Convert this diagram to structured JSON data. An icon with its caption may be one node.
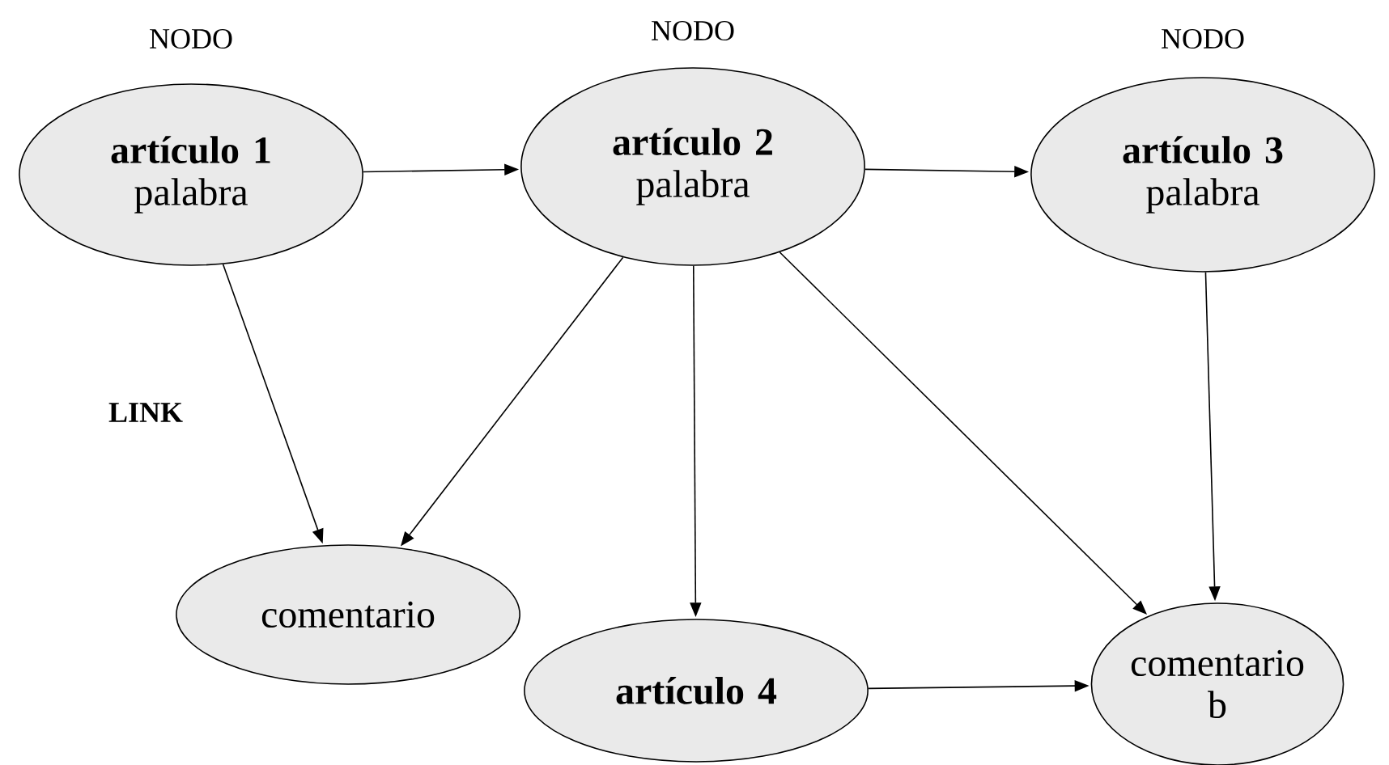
{
  "diagram": {
    "nodes": [
      {
        "text": [
          "artículo 1",
          "palabra"
        ],
        "beside": [
          "NODO"
        ]
      },
      {
        "text": [
          "artículo 2",
          "palabra"
        ],
        "beside": [
          "NODO"
        ]
      },
      {
        "text": [
          "artículo 3",
          "palabra"
        ],
        "beside": [
          "NODO"
        ]
      },
      {
        "text": [
          "comentario"
        ]
      },
      {
        "text": [
          "artículo 4"
        ]
      },
      {
        "text": [
          "comentario b"
        ]
      }
    ],
    "edges": [
      {
        "from": 0,
        "to": 1,
        "arrow": "to"
      },
      {
        "from": 1,
        "to": 2,
        "arrow": "to"
      },
      {
        "from": 0,
        "to": 3,
        "arrow": "to"
      },
      {
        "from": 1,
        "to": 3,
        "arrow": "to"
      },
      {
        "from": 1,
        "to": 4,
        "arrow": "to"
      },
      {
        "from": 1,
        "to": 5,
        "arrow": "to"
      },
      {
        "from": 2,
        "to": 5,
        "arrow": "to"
      },
      {
        "from": 4,
        "to": 5,
        "arrow": "to"
      }
    ],
    "labels": [
      "LINK"
    ]
  }
}
